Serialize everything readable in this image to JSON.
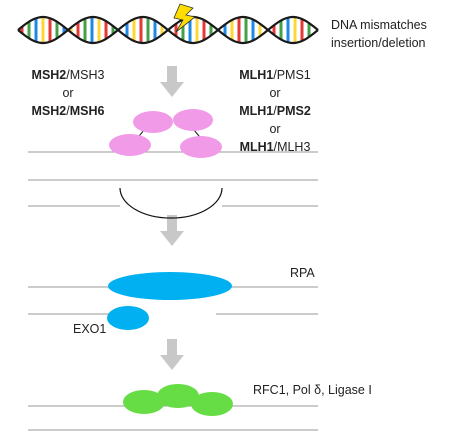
{
  "dna_label": {
    "line1": "DNA mismatches",
    "line2": "insertion/deletion"
  },
  "msh_options": [
    {
      "bold": "MSH2",
      "rest": "/MSH3"
    },
    {
      "plain": "or"
    },
    {
      "bold": "MSH2",
      "sep": "/",
      "bold2": "MSH6"
    }
  ],
  "mlh_options": [
    {
      "bold": "MLH1",
      "rest": "/PMS1"
    },
    {
      "plain": "or"
    },
    {
      "bold": "MLH1",
      "sep": "/",
      "bold2": "PMS2"
    },
    {
      "plain": "or"
    },
    {
      "bold": "MLH1",
      "rest": "/MLH3"
    }
  ],
  "rpa_label": "RPA",
  "exo1_label": "EXO1",
  "rfc_label": "RFC1, Pol δ, Ligase I",
  "colors": {
    "msh_mlh": "#f09ae8",
    "rpa": "#00b0f0",
    "exo1": "#00b0f0",
    "rfc": "#66dd44",
    "arrow": "#c8c8c8",
    "strand": "#999999",
    "lightning": "#ffdd00",
    "dna_backbone": "#1a1a1a",
    "dna_rungs": [
      "#e53935",
      "#43a047",
      "#1e88e5",
      "#fdd835"
    ]
  }
}
